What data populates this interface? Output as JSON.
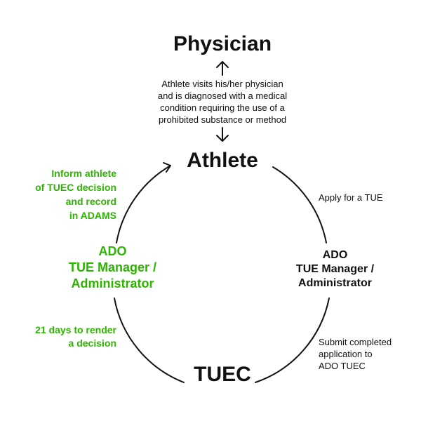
{
  "colors": {
    "text": "#111111",
    "accent": "#2db400",
    "background": "#ffffff"
  },
  "nodes": {
    "physician": "Physician",
    "athlete": "Athlete",
    "tuec": "TUEC",
    "ado_right": [
      "ADO",
      "TUE Manager /",
      "Administrator"
    ],
    "ado_left": [
      "ADO",
      "TUE Manager /",
      "Administrator"
    ]
  },
  "labels": {
    "diagnosis": [
      "Athlete visits his/her physician",
      "and is diagnosed with a medical",
      "condition requiring the use of a",
      "prohibited substance or method"
    ],
    "apply": "Apply for a TUE",
    "submit": [
      "Submit completed",
      "application to",
      "ADO TUEC"
    ],
    "render": [
      "21 days to render",
      "a decision"
    ],
    "inform": [
      "Inform athlete",
      "of TUEC decision",
      "and record",
      "in ADAMS"
    ]
  }
}
